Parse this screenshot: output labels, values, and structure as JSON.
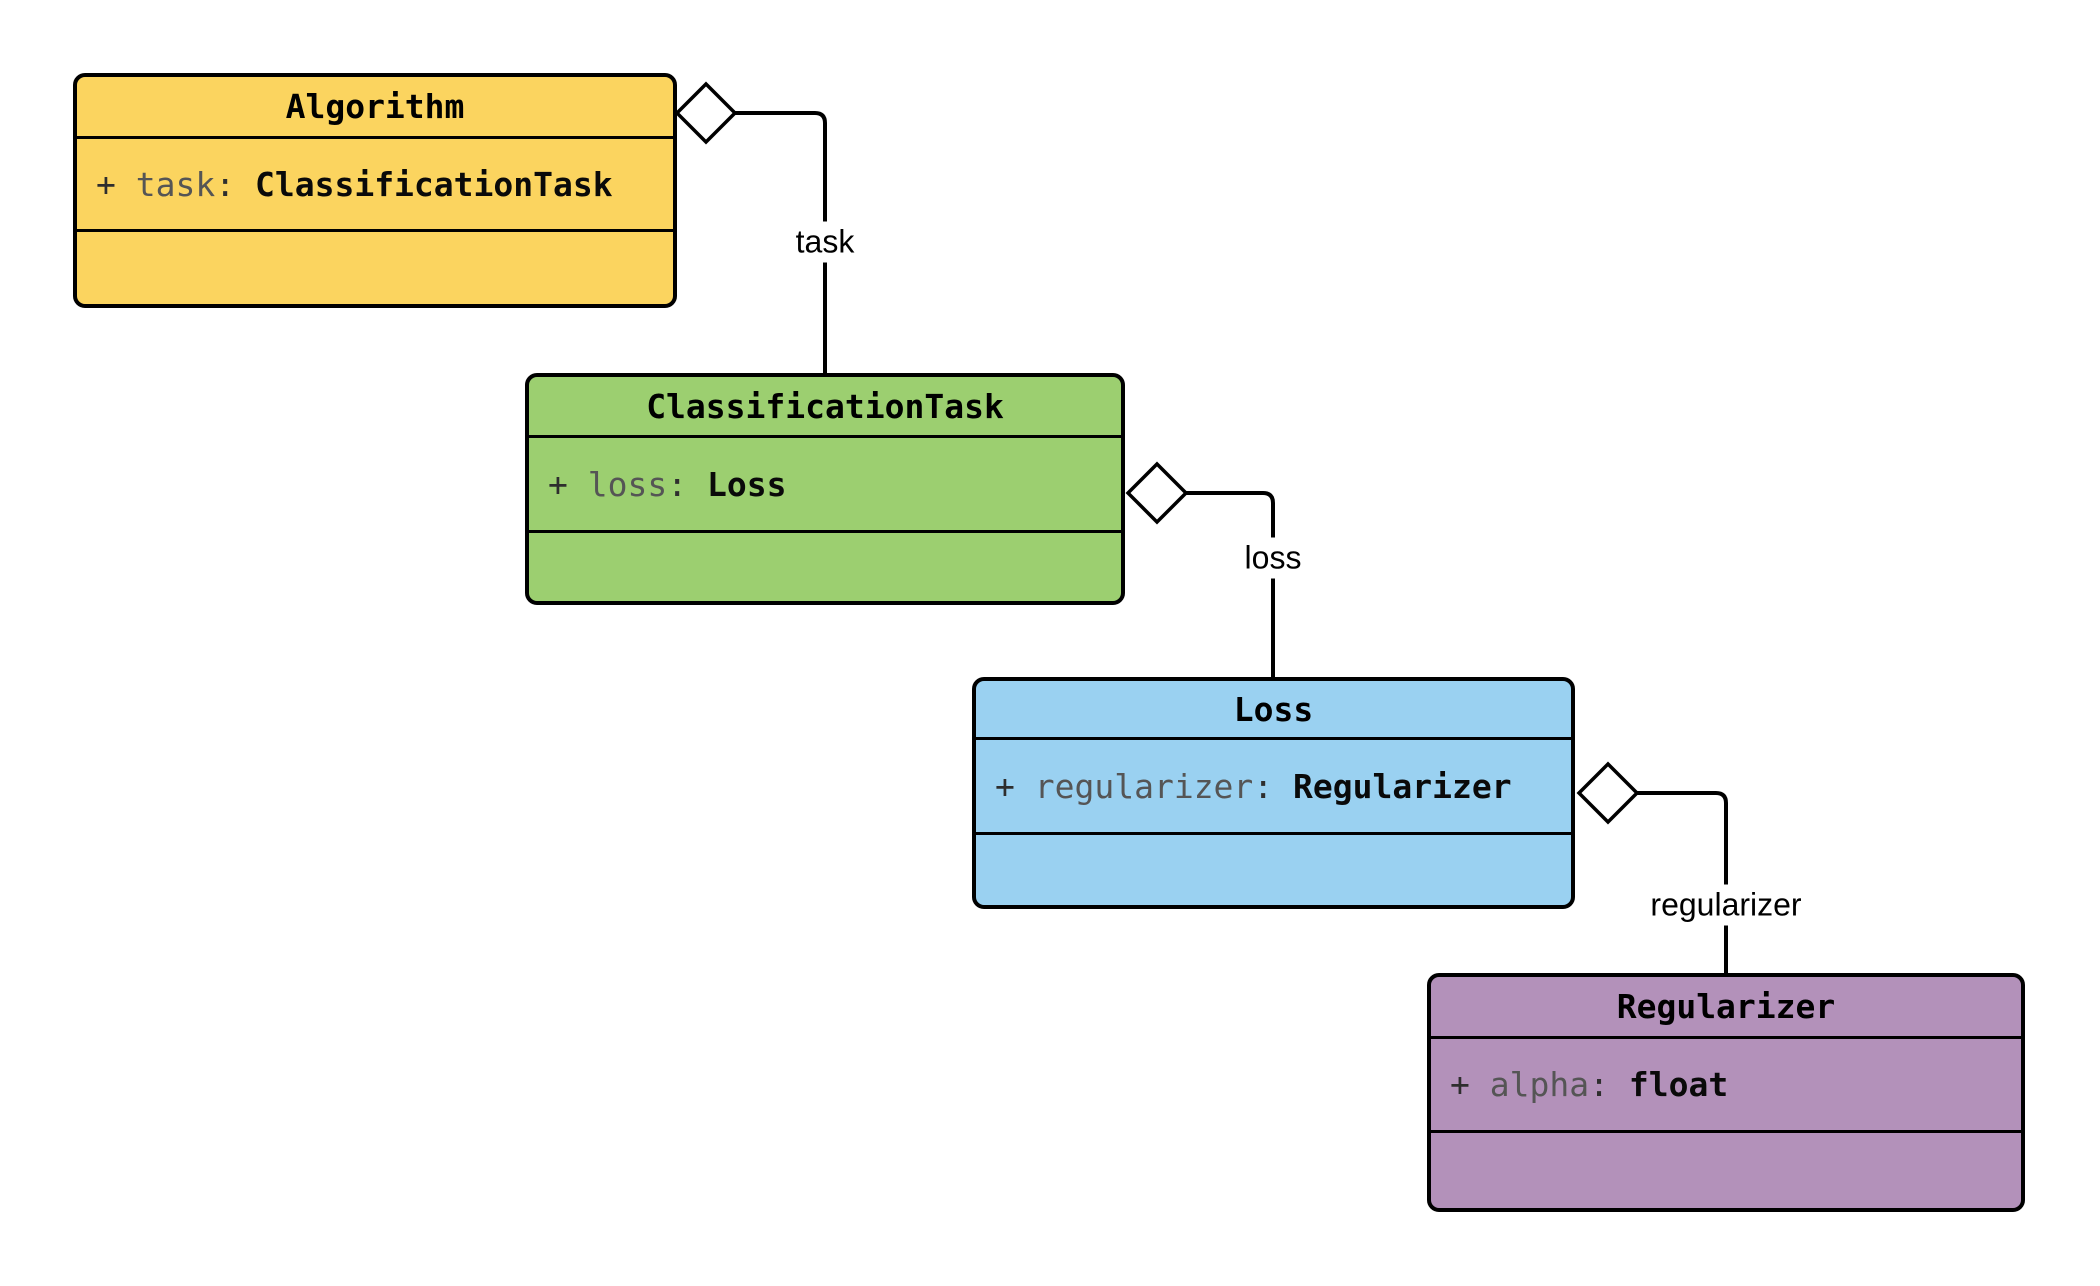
{
  "diagram": {
    "type": "uml-class-diagram",
    "classes": [
      {
        "name": "Algorithm",
        "fill": "#FBD45F",
        "attribute": {
          "visibility": "+ ",
          "name": "task",
          "separator": ": ",
          "type": "ClassificationTask"
        }
      },
      {
        "name": "ClassificationTask",
        "fill": "#9CCF70",
        "attribute": {
          "visibility": "+ ",
          "name": "loss",
          "separator": ": ",
          "type": "Loss"
        }
      },
      {
        "name": "Loss",
        "fill": "#9AD1F1",
        "attribute": {
          "visibility": "+ ",
          "name": "regularizer",
          "separator": ": ",
          "type": "Regularizer"
        }
      },
      {
        "name": "Regularizer",
        "fill": "#B391BA",
        "attribute": {
          "visibility": "+ ",
          "name": "alpha",
          "separator": ": ",
          "type": "float"
        }
      }
    ],
    "edges": [
      {
        "label": "task",
        "kind": "aggregation",
        "aggregate": "Algorithm",
        "component": "ClassificationTask"
      },
      {
        "label": "loss",
        "kind": "aggregation",
        "aggregate": "ClassificationTask",
        "component": "Loss"
      },
      {
        "label": "regularizer",
        "kind": "aggregation",
        "aggregate": "Loss",
        "component": "Regularizer"
      }
    ],
    "style": {
      "background": "#FFFFFF",
      "stroke": "#000000",
      "diamond_fill": "#FFFFFF",
      "attribute_name_color": "#555555",
      "attribute_punct_color": "#2E2E2E",
      "attribute_type_color": "#0A0A0A",
      "edge_label_color": "#000000"
    }
  }
}
